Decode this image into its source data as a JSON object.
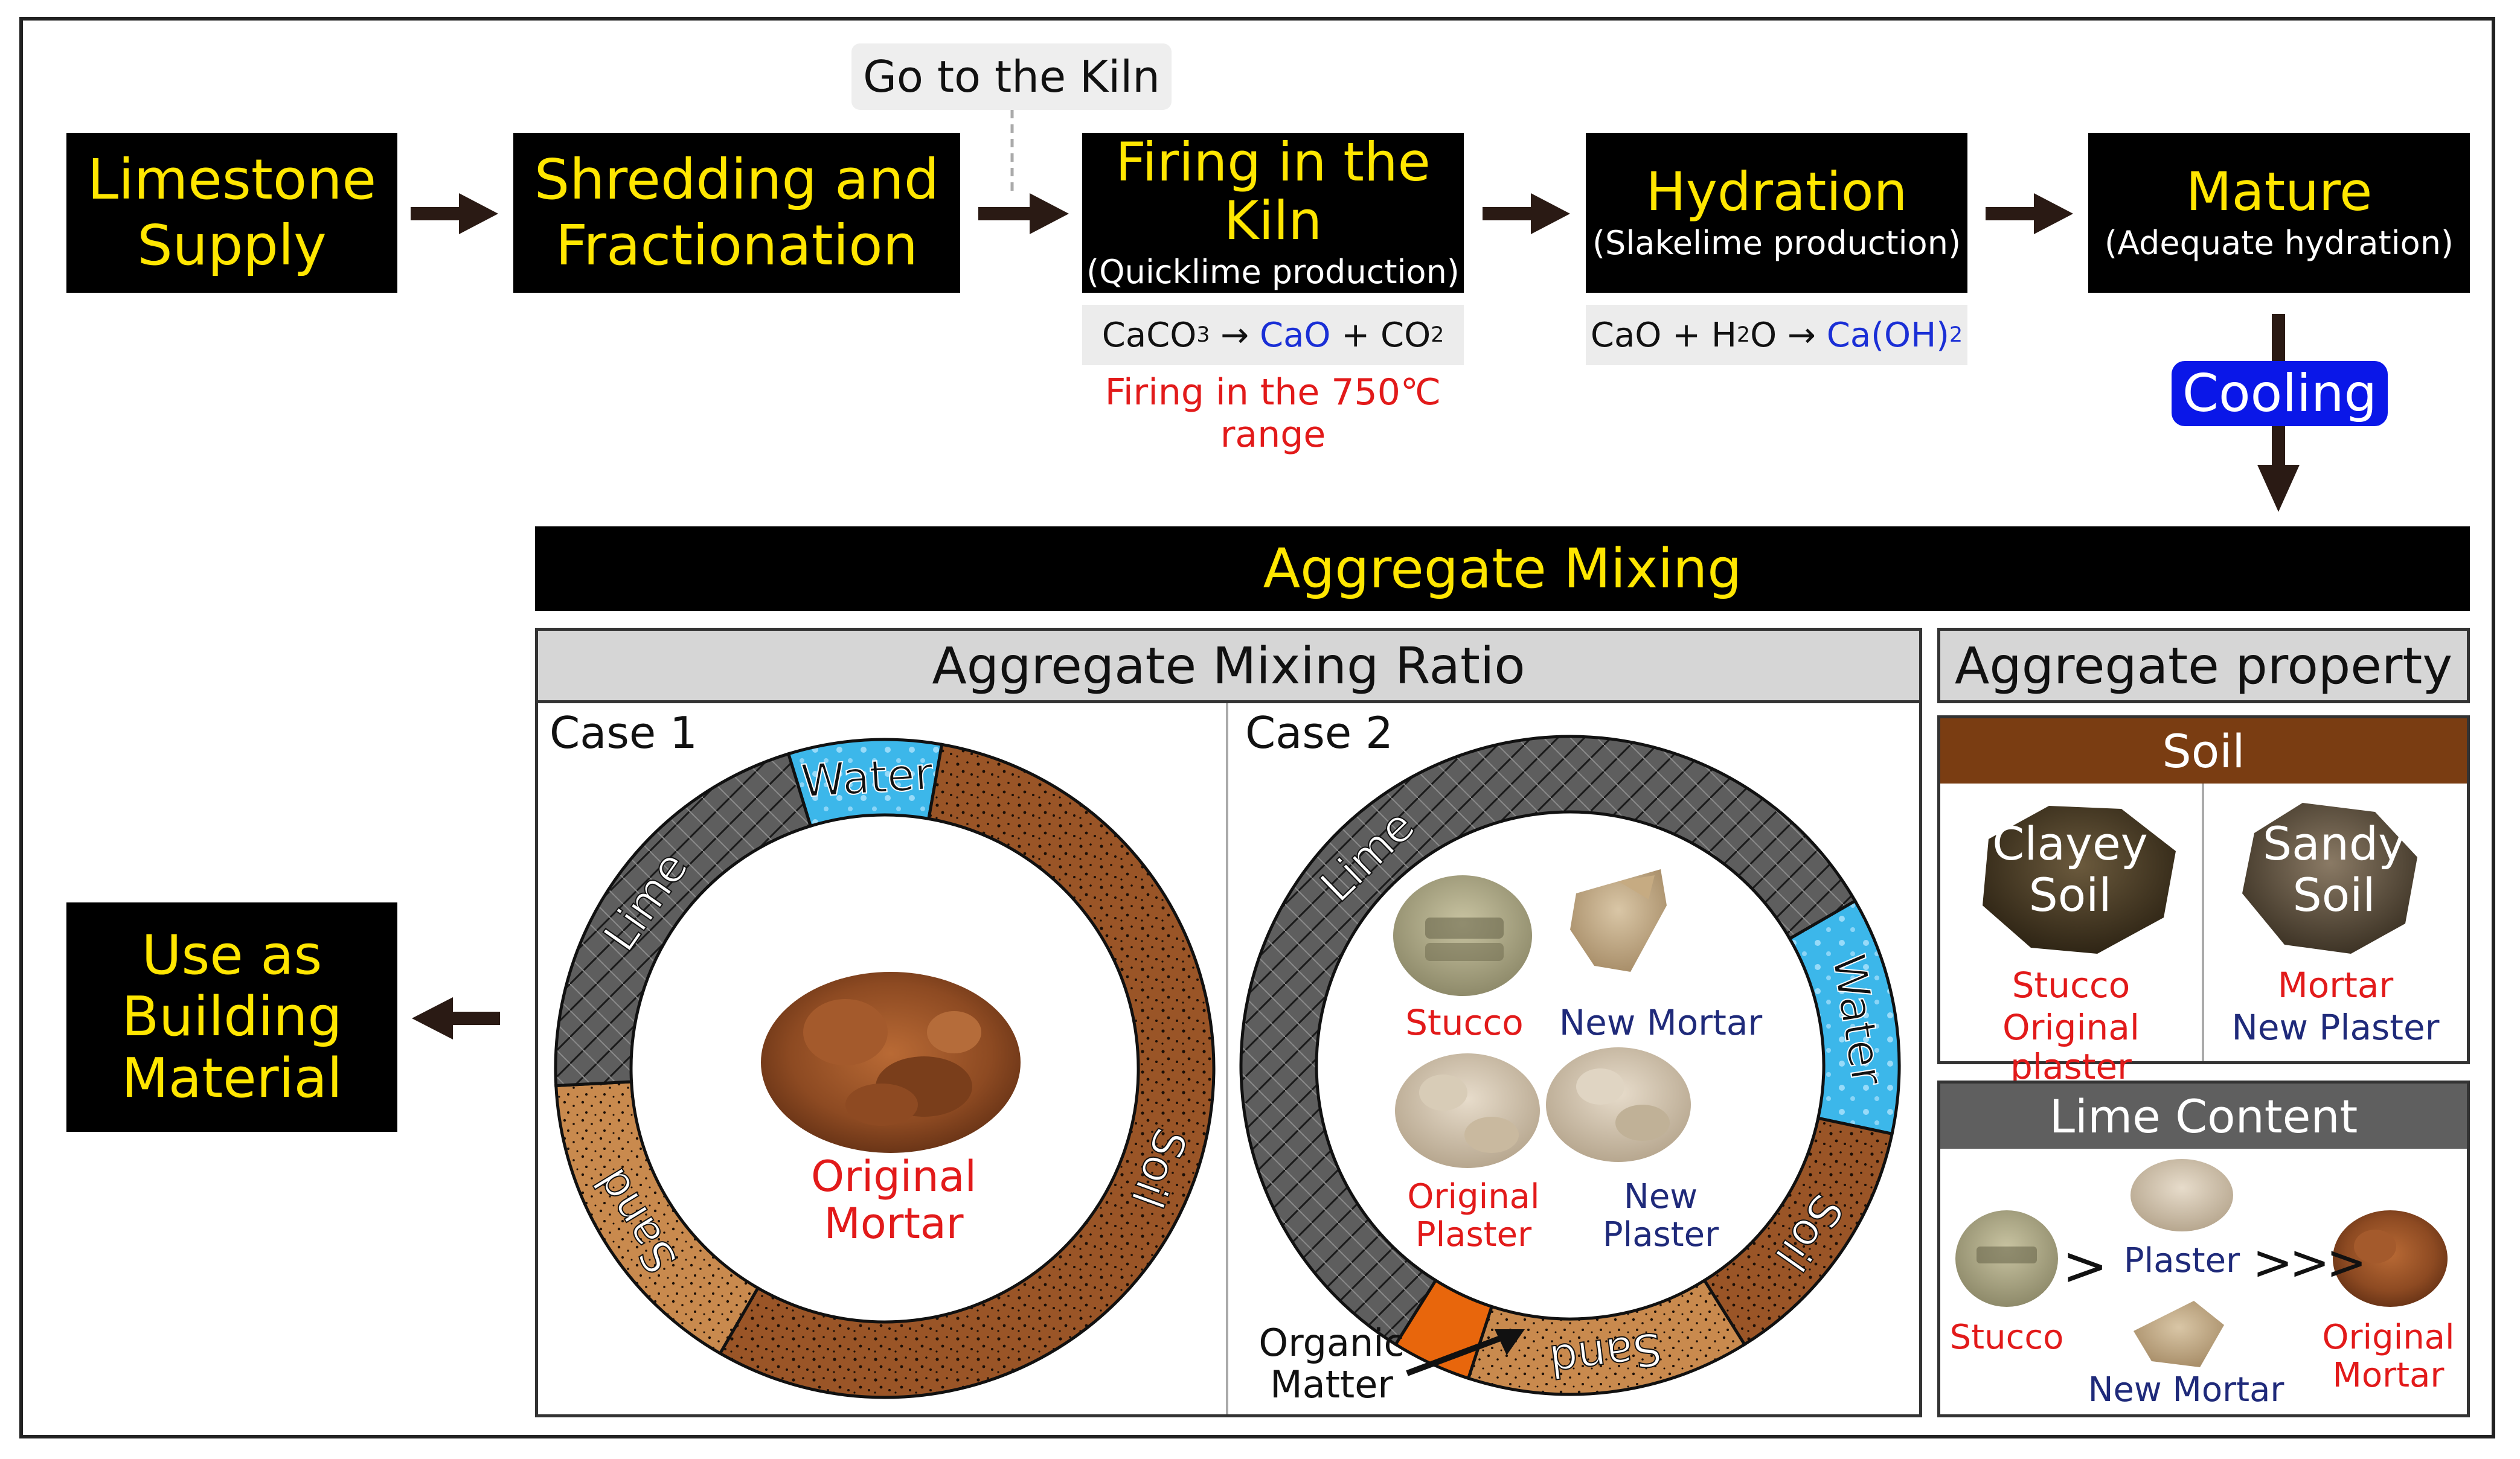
{
  "process": {
    "go_to_kiln": "Go to the Kiln",
    "steps": [
      {
        "title": "Limestone\nSupply",
        "subtitle": ""
      },
      {
        "title": "Shredding and\nFractionation",
        "subtitle": ""
      },
      {
        "title": "Firing in the Kiln",
        "subtitle": "(Quicklime production)"
      },
      {
        "title": "Hydration",
        "subtitle": "(Slakelime production)"
      },
      {
        "title": "Mature",
        "subtitle": "(Adequate hydration)"
      }
    ],
    "formula_kiln": {
      "left": "CaCO",
      "left_sub": "3",
      "arrow": "→",
      "product": "CaO",
      "plus": "+ CO",
      "plus_sub": "2"
    },
    "formula_hydration": {
      "left": "CaO + H",
      "left_sub": "2",
      "left_after": "O",
      "arrow": "→",
      "product": "Ca(OH)",
      "product_sub": "2"
    },
    "firing_note": "Firing in the 750℃ range",
    "cooling": "Cooling",
    "aggregate_mixing": "Aggregate Mixing",
    "use_as": "Use as\nBuilding\nMaterial"
  },
  "mixing_ratio": {
    "header": "Aggregate Mixing Ratio",
    "case1": {
      "label": "Case 1",
      "segments": [
        {
          "name": "Water",
          "start_deg": 343,
          "end_deg": 10,
          "color": "#39b4e6"
        },
        {
          "name": "Soil",
          "start_deg": 10,
          "end_deg": 210,
          "color": "#9a5527"
        },
        {
          "name": "Sand",
          "start_deg": 210,
          "end_deg": 267,
          "color": "#c98a4e"
        },
        {
          "name": "Lime",
          "start_deg": 267,
          "end_deg": 343,
          "color": "#5c5c5c"
        }
      ],
      "center_label": "Original\nMortar"
    },
    "case2": {
      "label": "Case 2",
      "segments": [
        {
          "name": "Lime",
          "start_deg": 212,
          "end_deg": 420,
          "color": "#5c5c5c"
        },
        {
          "name": "Water",
          "start_deg": 60,
          "end_deg": 102,
          "color": "#39b4e6"
        },
        {
          "name": "Soil",
          "start_deg": 102,
          "end_deg": 148,
          "color": "#9a5527"
        },
        {
          "name": "Sand",
          "start_deg": 148,
          "end_deg": 198,
          "color": "#c98a4e"
        },
        {
          "name": "Organic Matter",
          "start_deg": 198,
          "end_deg": 212,
          "color": "#e8660c"
        }
      ],
      "items": [
        "Stucco",
        "New Mortar",
        "Original\nPlaster",
        "New\nPlaster"
      ],
      "organic_label": "Organic\nMatter"
    }
  },
  "aggregate_property": {
    "header": "Aggregate property",
    "soil_header": "Soil",
    "clayey": {
      "name": "Clayey\nSoil",
      "uses": [
        "Stucco",
        "Original plaster"
      ]
    },
    "sandy": {
      "name": "Sandy\nSoil",
      "uses": [
        "Mortar",
        "New Plaster"
      ]
    },
    "lime_header": "Lime Content",
    "lime_items": {
      "stucco": "Stucco",
      "gt": ">",
      "plaster": "Plaster",
      "new_mortar": "New Mortar",
      "ggt": ">>>",
      "original": "Original\nMortar"
    }
  },
  "colors": {
    "yellow": "#ffe600",
    "red": "#e21a1a",
    "navy": "#1f2a7a",
    "blue": "#1a2fd6",
    "cooling": "#0a17e8",
    "soil_header": "#7a3d12"
  }
}
